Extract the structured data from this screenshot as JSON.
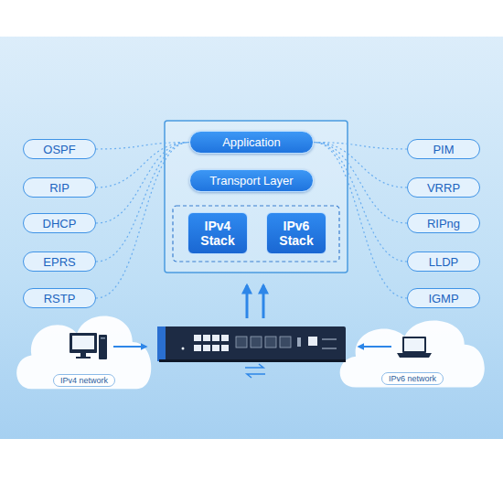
{
  "diagram": {
    "nodes": [
      {
        "text": [
          "OSPF"
        ]
      },
      {
        "text": [
          "RIP"
        ]
      },
      {
        "text": [
          "DHCP"
        ]
      },
      {
        "text": [
          "EPRS"
        ]
      },
      {
        "text": [
          "RSTP"
        ]
      },
      {
        "text": [
          "Application"
        ]
      },
      {
        "text": [
          "Transport Layer"
        ]
      },
      {
        "text": [
          "IPv4 Stack"
        ]
      },
      {
        "text": [
          "IPv6 Stack"
        ]
      },
      {
        "text": [
          "PIM"
        ]
      },
      {
        "text": [
          "VRRP"
        ]
      },
      {
        "text": [
          "RIPng"
        ]
      },
      {
        "text": [
          "LLDP"
        ]
      },
      {
        "text": [
          "IGMP"
        ]
      },
      {
        "text": [
          "IPv4 network"
        ]
      },
      {
        "text": [
          "IPv6 network"
        ]
      }
    ],
    "edges": [
      {
        "from": 0,
        "to": 5,
        "arrow": "none"
      },
      {
        "from": 1,
        "to": 5,
        "arrow": "none"
      },
      {
        "from": 2,
        "to": 5,
        "arrow": "none"
      },
      {
        "from": 3,
        "to": 5,
        "arrow": "none"
      },
      {
        "from": 4,
        "to": 5,
        "arrow": "none"
      },
      {
        "from": 9,
        "to": 5,
        "arrow": "none"
      },
      {
        "from": 10,
        "to": 5,
        "arrow": "none"
      },
      {
        "from": 11,
        "to": 5,
        "arrow": "none"
      },
      {
        "from": 12,
        "to": 5,
        "arrow": "none"
      },
      {
        "from": 13,
        "to": 5,
        "arrow": "none"
      }
    ]
  }
}
